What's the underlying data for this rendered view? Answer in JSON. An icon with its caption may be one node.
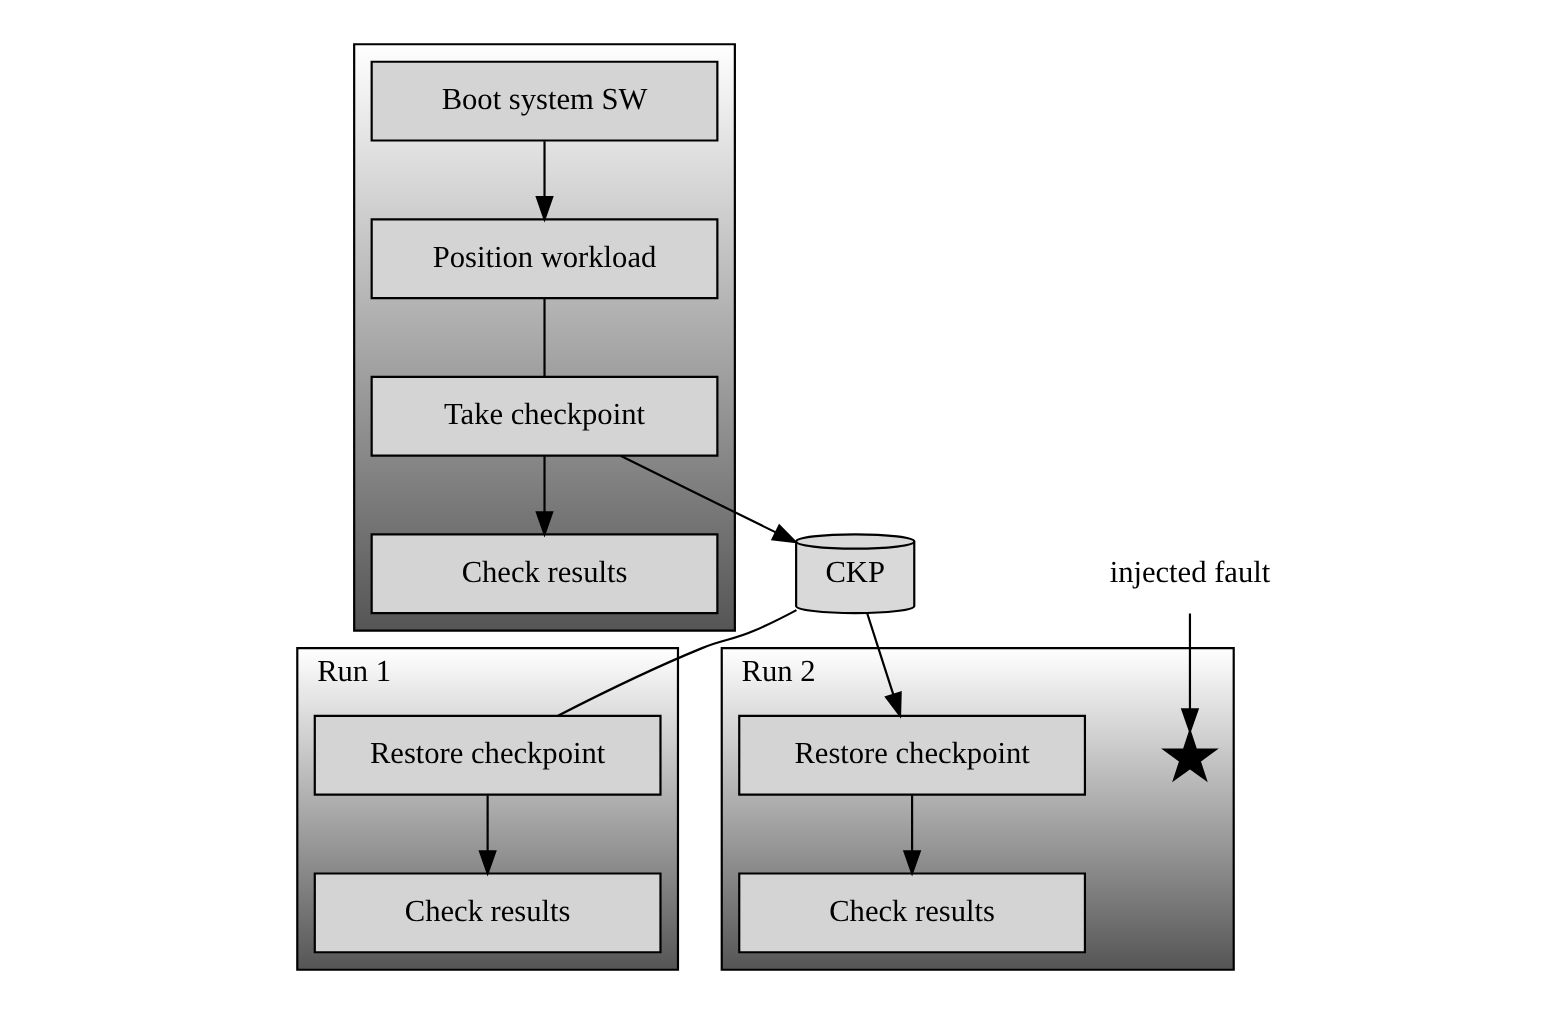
{
  "diagram": {
    "nodes": [
      {
        "text": [],
        "shape": "box"
      },
      {
        "text": [
          "Boot system SW"
        ],
        "in": 0
      },
      {
        "text": [
          "Position workload"
        ],
        "in": 0
      },
      {
        "text": [
          "Take checkpoint"
        ],
        "in": 0
      },
      {
        "text": [
          "Check results"
        ],
        "in": 0
      },
      {
        "text": [
          "CKP"
        ]
      },
      {
        "text": [
          "Run 1"
        ]
      },
      {
        "text": [
          "Restore checkpoint"
        ],
        "in": 6
      },
      {
        "text": [
          "Check results"
        ],
        "in": 6
      },
      {
        "text": [
          "Run 2"
        ]
      },
      {
        "text": [
          "Restore checkpoint"
        ],
        "in": 9
      },
      {
        "text": [
          "Check results"
        ],
        "in": 9
      },
      {
        "text": [
          "injected fault"
        ]
      },
      {
        "text": [],
        "shape": "cross",
        "in": 9
      }
    ],
    "edges": [
      {
        "from": 1,
        "to": 2,
        "arrow": "to"
      },
      {
        "from": 2,
        "to": 3,
        "arrow": "none"
      },
      {
        "from": 3,
        "to": 4,
        "arrow": "to"
      },
      {
        "from": 3,
        "to": 5,
        "arrow": "to"
      },
      {
        "from": 5,
        "to": 7,
        "arrow": "none"
      },
      {
        "from": 5,
        "to": 10,
        "arrow": "to"
      },
      {
        "from": 7,
        "to": 8,
        "arrow": "to"
      },
      {
        "from": 10,
        "to": 11,
        "arrow": "to"
      },
      {
        "from": 12,
        "to": 13,
        "arrow": "to"
      }
    ]
  }
}
